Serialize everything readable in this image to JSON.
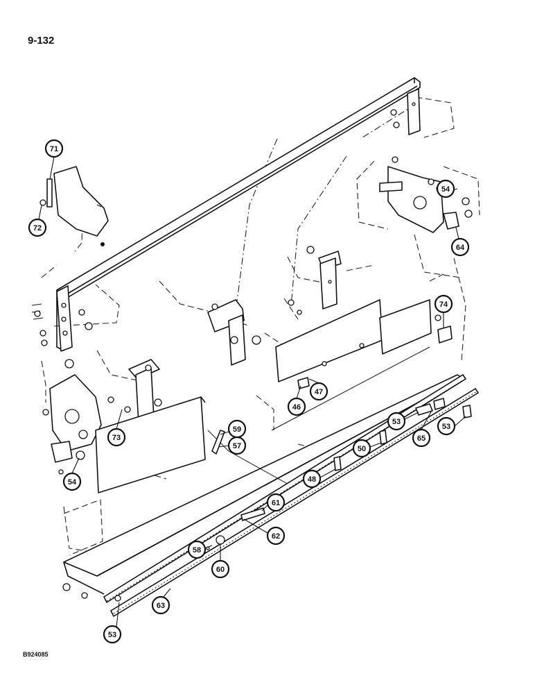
{
  "page_number": "9-132",
  "figure_id": "B924085",
  "callouts": [
    "71",
    "72",
    "54",
    "64",
    "74",
    "46",
    "47",
    "53",
    "65",
    "53",
    "50",
    "48",
    "59",
    "57",
    "73",
    "54",
    "61",
    "62",
    "58",
    "60",
    "63",
    "53"
  ]
}
